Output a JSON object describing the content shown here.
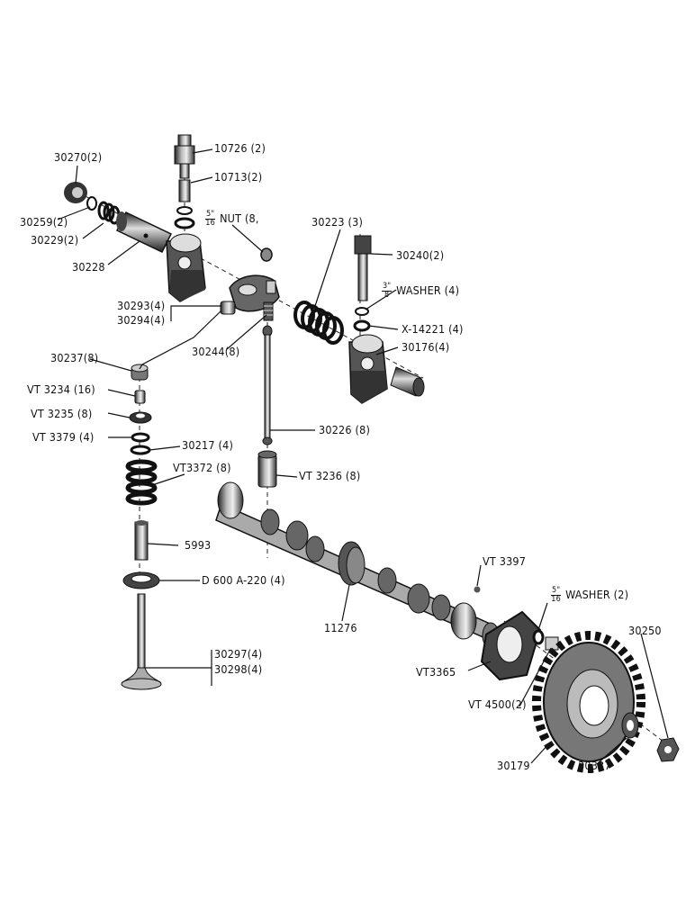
{
  "labels": {
    "p10726": "10726 (2)",
    "p10713": "10713(2)",
    "p30270": "30270(2)",
    "p30259": "30259(2)",
    "p30229": "30229(2)",
    "p30228": "30228",
    "nut_num": "5\"",
    "nut_den": "16",
    "nut_text": "NUT (8,",
    "p30223": "30223 (3)",
    "p30240": "30240(2)",
    "washer38_num": "3\"",
    "washer38_den": "8",
    "washer38_text": "WASHER (4)",
    "pX14221": "X-14221 (4)",
    "p30176": "30176(4)",
    "p30293": "30293(4)",
    "p30294": "30294(4)",
    "p30244": "30244(8)",
    "p30237": "30237(8)",
    "vt3234": "VT 3234  (16)",
    "vt3235": "VT 3235 (8)",
    "vt3379": "VT 3379 (4)",
    "p30217": "30217 (4)",
    "vt3372": "VT3372 (8)",
    "p30226": "30226 (8)",
    "vt3236": "VT 3236 (8)",
    "p5993": "5993",
    "d600": "D 600 A-220 (4)",
    "p30297": "30297(4)",
    "p30298": "30298(4)",
    "p11276": "11276",
    "vt3397": "VT 3397",
    "washer516_num": "5\"",
    "washer516_den": "16",
    "washer516_text": "WASHER (2)",
    "p30250": "30250",
    "vt3365": "VT3365",
    "vt4500": "VT 4500(2)",
    "p30179": "30179",
    "p30337": "30337"
  }
}
